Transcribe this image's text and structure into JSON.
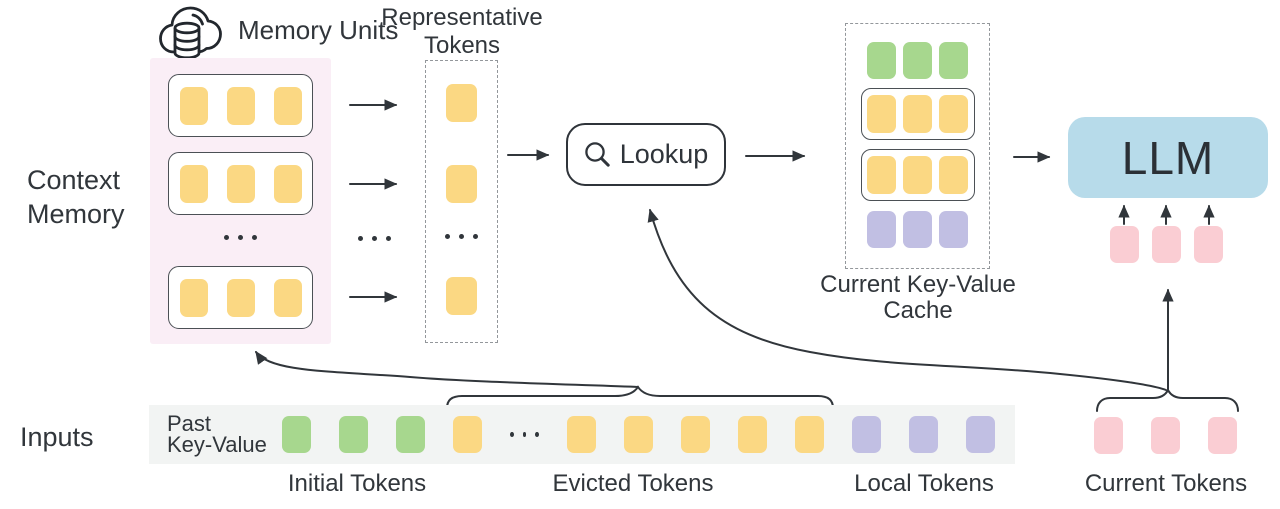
{
  "header": {
    "memory_units_label": "Memory Units"
  },
  "context_memory": {
    "label_line1": "Context",
    "label_line2": "Memory",
    "units": [
      {
        "tokens": [
          "yellow",
          "yellow",
          "yellow"
        ]
      },
      {
        "tokens": [
          "yellow",
          "yellow",
          "yellow"
        ]
      },
      {
        "tokens": [
          "yellow",
          "yellow",
          "yellow"
        ]
      }
    ]
  },
  "representative": {
    "label_line1": "Representative",
    "label_line2": "Tokens",
    "tokens": [
      "yellow",
      "yellow",
      "dots",
      "yellow"
    ]
  },
  "lookup": {
    "label": "Lookup"
  },
  "cache": {
    "label_line1": "Current Key-Value",
    "label_line2": "Cache",
    "rows": [
      {
        "boxed": false,
        "tokens": [
          "green",
          "green",
          "green"
        ]
      },
      {
        "boxed": true,
        "tokens": [
          "yellow",
          "yellow",
          "yellow"
        ]
      },
      {
        "boxed": true,
        "tokens": [
          "yellow",
          "yellow",
          "yellow"
        ]
      },
      {
        "boxed": false,
        "tokens": [
          "purple",
          "purple",
          "purple"
        ]
      }
    ]
  },
  "llm": {
    "label": "LLM",
    "input_tokens": [
      "pink",
      "pink",
      "pink"
    ]
  },
  "inputs": {
    "label": "Inputs",
    "past_kv_line1": "Past",
    "past_kv_line2": "Key-Value",
    "strip_tokens": [
      "green",
      "green",
      "green",
      "yellow",
      "dots",
      "yellow",
      "yellow",
      "yellow",
      "yellow",
      "yellow",
      "purple",
      "purple",
      "purple"
    ],
    "current_tokens": [
      "pink",
      "pink",
      "pink"
    ],
    "group_labels": {
      "initial": "Initial Tokens",
      "evicted": "Evicted Tokens",
      "local": "Local Tokens",
      "current": "Current Tokens"
    }
  },
  "colors": {
    "ink": "#31363B",
    "token-yellow": "#FBD883",
    "token-green": "#A7D78E",
    "token-purple": "#C1BFE3",
    "token-pink": "#FACDD3",
    "llm-blue": "#B7DBEA",
    "memory-bg": "#FAEEF6",
    "strip-bg": "#F2F4F3",
    "unit-border": "#4B5055",
    "dash-border": "#93979B"
  }
}
